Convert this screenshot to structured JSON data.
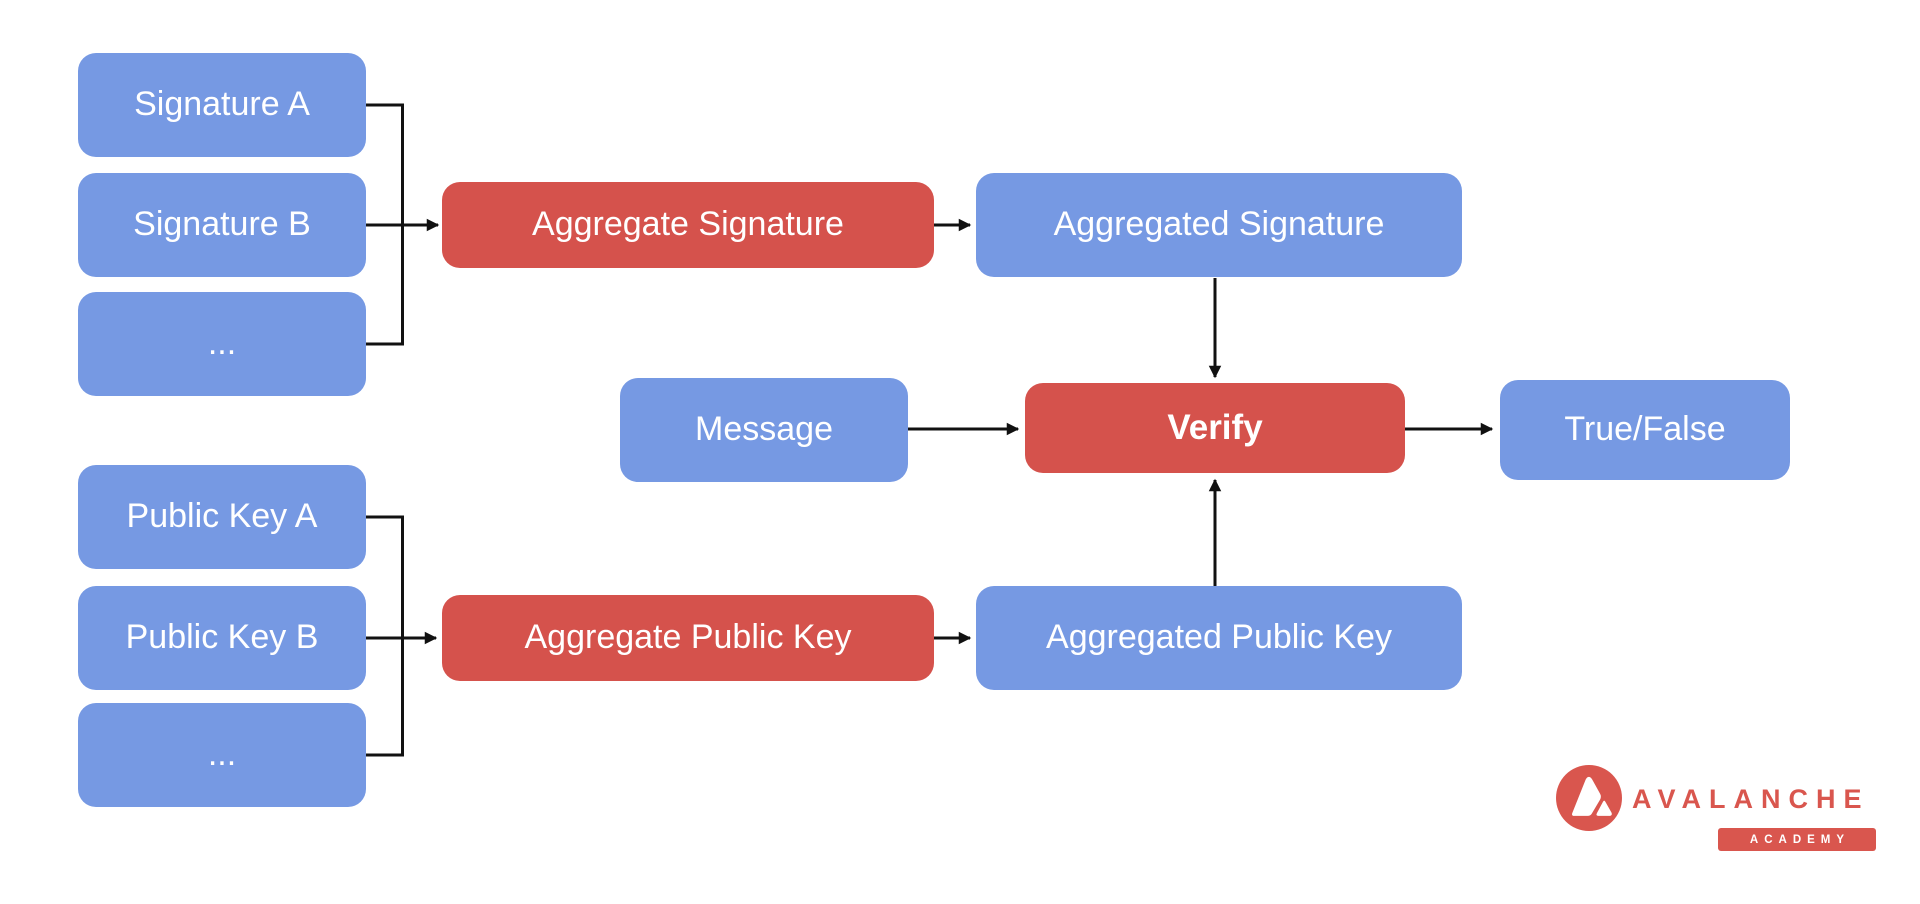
{
  "page": {
    "background": "#ffffff"
  },
  "diagram": {
    "colors": {
      "blue": "#7699E3",
      "red": "#D5524C",
      "arrow": "#111111",
      "label_text": "#ffffff"
    },
    "nodes": {
      "signature_a": {
        "label": "Signature A"
      },
      "signature_b": {
        "label": "Signature B"
      },
      "signature_ellipsis": {
        "label": "..."
      },
      "aggregate_signature": {
        "label": "Aggregate Signature"
      },
      "aggregated_signature": {
        "label": "Aggregated Signature"
      },
      "message": {
        "label": "Message"
      },
      "verify": {
        "label": "Verify"
      },
      "true_false": {
        "label": "True/False"
      },
      "public_key_a": {
        "label": "Public Key A"
      },
      "public_key_b": {
        "label": "Public Key B"
      },
      "public_key_ellipsis": {
        "label": "..."
      },
      "aggregate_public_key": {
        "label": "Aggregate Public Key"
      },
      "aggregated_public_key": {
        "label": "Aggregated Public Key"
      }
    },
    "edges": [
      {
        "from": "signature_a",
        "to": "aggregate_signature"
      },
      {
        "from": "signature_b",
        "to": "aggregate_signature"
      },
      {
        "from": "signature_ellipsis",
        "to": "aggregate_signature"
      },
      {
        "from": "aggregate_signature",
        "to": "aggregated_signature"
      },
      {
        "from": "aggregated_signature",
        "to": "verify"
      },
      {
        "from": "public_key_a",
        "to": "aggregate_public_key"
      },
      {
        "from": "public_key_b",
        "to": "aggregate_public_key"
      },
      {
        "from": "public_key_ellipsis",
        "to": "aggregate_public_key"
      },
      {
        "from": "aggregate_public_key",
        "to": "aggregated_public_key"
      },
      {
        "from": "aggregated_public_key",
        "to": "verify"
      },
      {
        "from": "message",
        "to": "verify"
      },
      {
        "from": "verify",
        "to": "true_false"
      }
    ]
  },
  "logo": {
    "brand": "AVALANCHE",
    "badge": "ACADEMY",
    "color": "#D9564E"
  }
}
